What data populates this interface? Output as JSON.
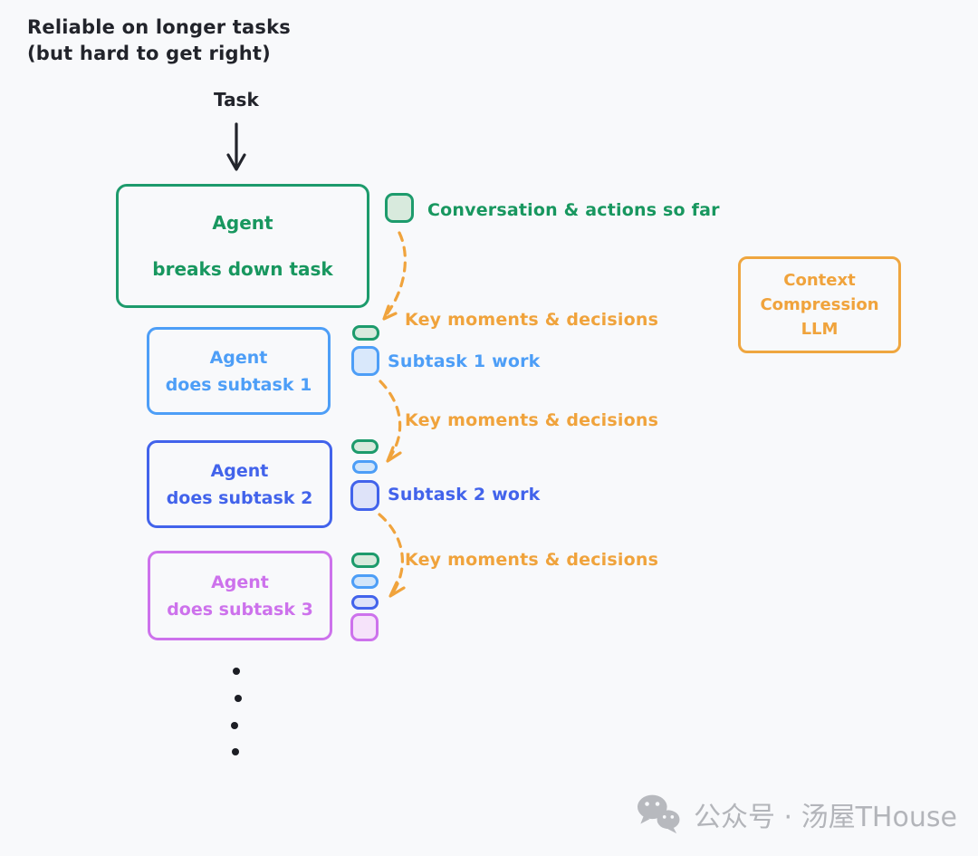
{
  "title": {
    "line1": "Reliable on longer tasks",
    "line2": "(but hard to get right)"
  },
  "task": {
    "label": "Task"
  },
  "agent_box": {
    "line1": "Agent",
    "line2": "breaks down task"
  },
  "conversation_label": "Conversation & actions so far",
  "key_moments": [
    "Key moments & decisions",
    "Key moments & decisions",
    "Key moments & decisions"
  ],
  "subtask1": {
    "line1": "Agent",
    "line2": "does subtask 1",
    "work_label": "Subtask 1 work"
  },
  "subtask2": {
    "line1": "Agent",
    "line2": "does subtask 2",
    "work_label": "Subtask 2 work"
  },
  "subtask3": {
    "line1": "Agent",
    "line2": "does subtask 3"
  },
  "context_box": {
    "line1": "Context",
    "line2": "Compression",
    "line3": "LLM"
  },
  "watermark": {
    "text": "公众号 · 汤屋THouse"
  },
  "colors": {
    "background": "#f8f9fb",
    "ink": "#22242b",
    "green_border": "#1d9b6c",
    "green_text": "#18975f",
    "green_fill": "#d8eadd",
    "light_blue": "#4d9ef7",
    "light_blue_fill": "#d3e6fa",
    "royal_blue": "#4263eb",
    "royal_blue_fill": "#dee3f9",
    "purple": "#cd72ec",
    "purple_fill": "#f6e3fa",
    "orange": "#f0a33c",
    "watermark_gray": "#b3b5ba"
  }
}
